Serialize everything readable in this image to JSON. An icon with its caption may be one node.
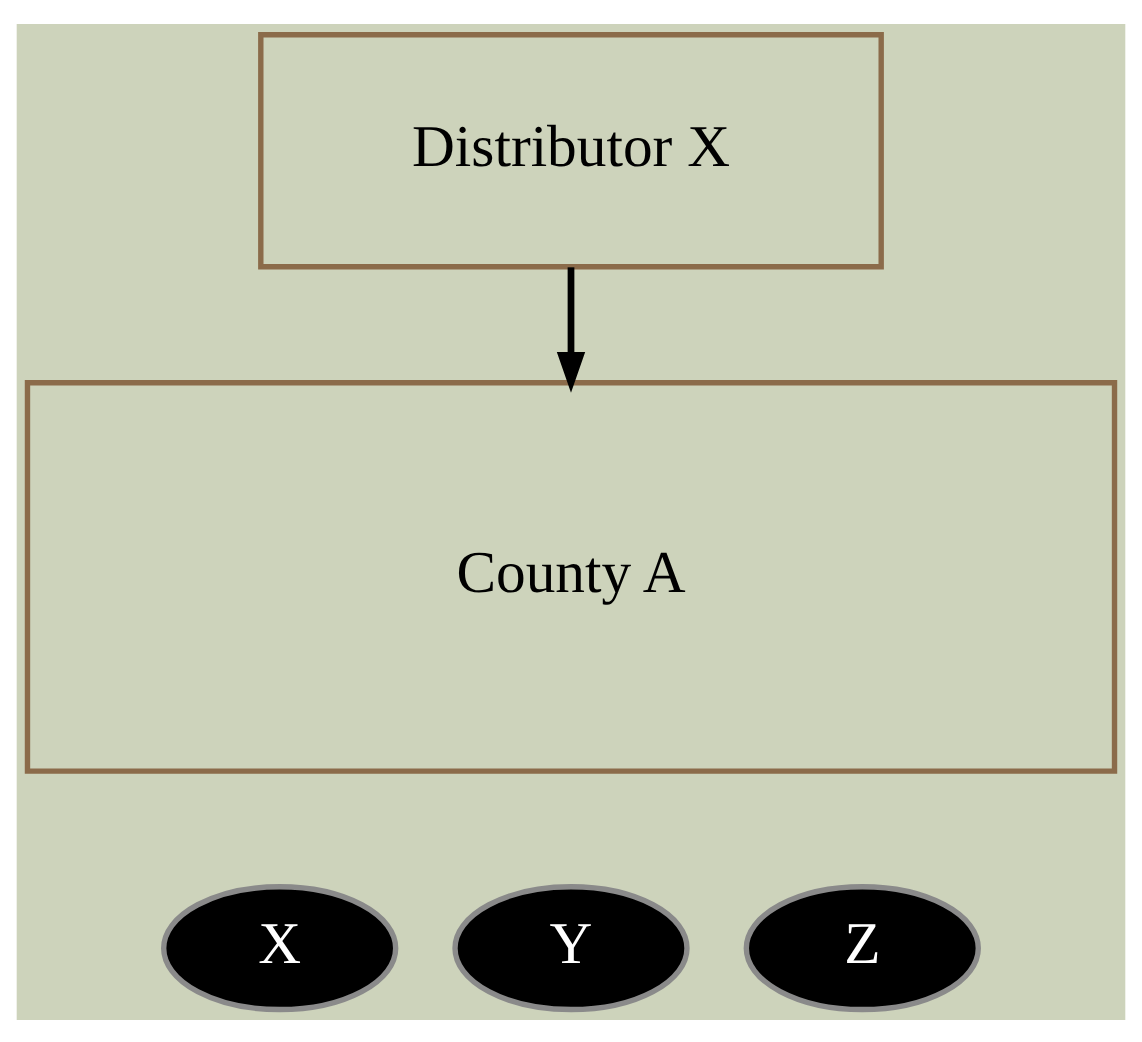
{
  "diagram": {
    "nodes": [
      {
        "text": [
          "Distributor X"
        ]
      },
      {
        "text": [
          "County A"
        ]
      },
      {
        "text": [
          "X"
        ]
      },
      {
        "text": [
          "Y"
        ]
      },
      {
        "text": [
          "Z"
        ]
      }
    ],
    "edges": [
      {
        "from": 0,
        "to": 1,
        "arrow": "to"
      }
    ]
  }
}
